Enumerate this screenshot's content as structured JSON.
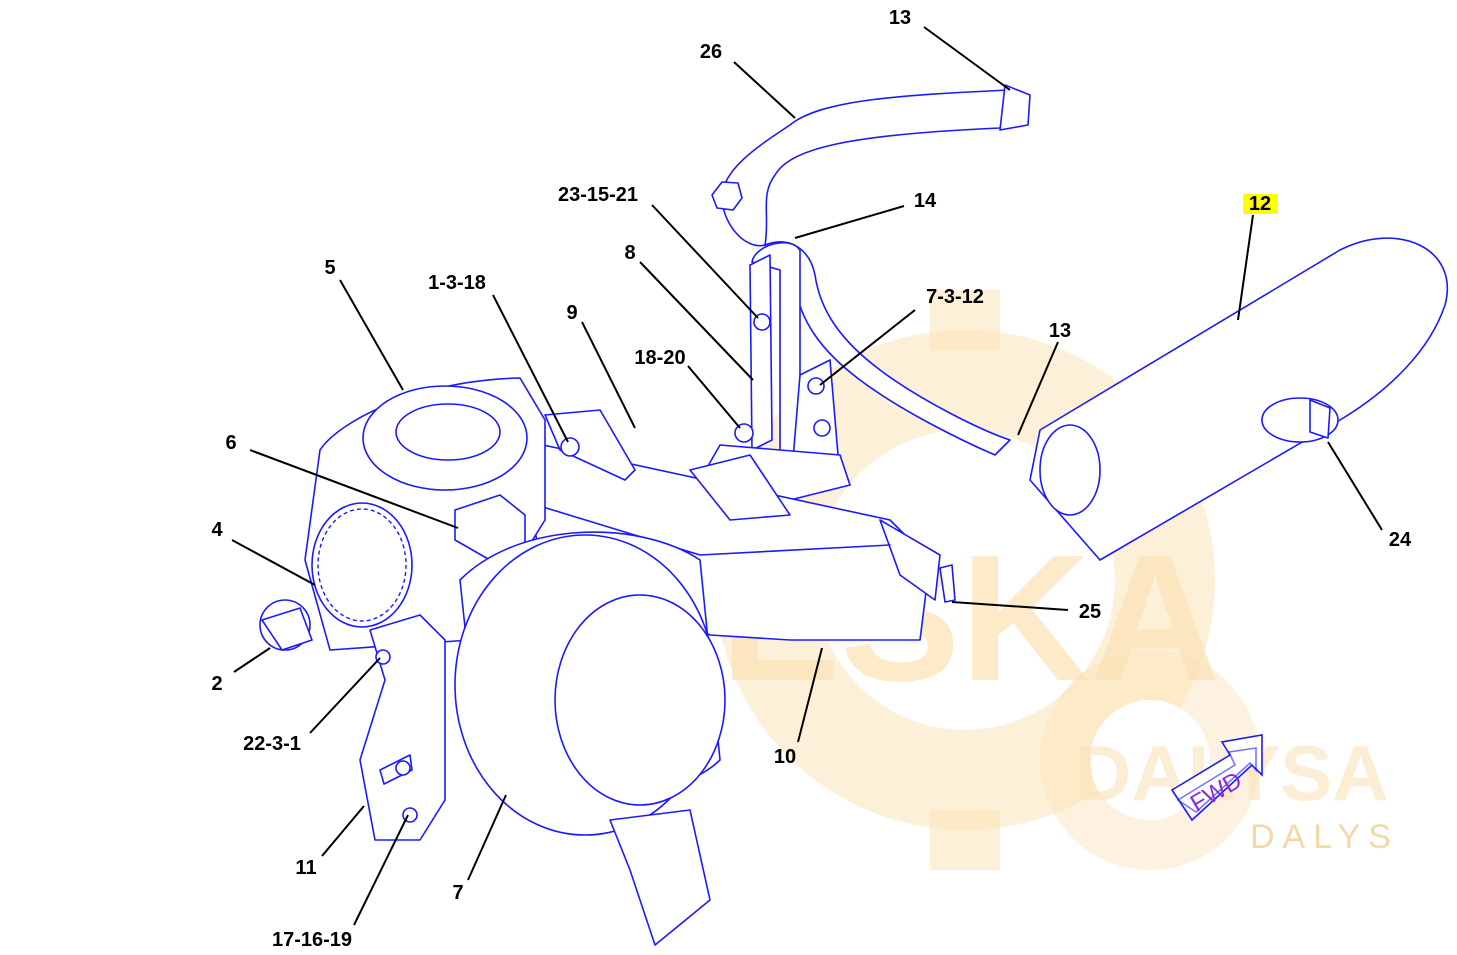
{
  "diagram": {
    "callouts": [
      {
        "id": "c13a",
        "text": "13"
      },
      {
        "id": "c26",
        "text": "26"
      },
      {
        "id": "c23",
        "text": "23-15-21"
      },
      {
        "id": "c14",
        "text": "14"
      },
      {
        "id": "c12",
        "text": "12",
        "highlighted": true
      },
      {
        "id": "c5",
        "text": "5"
      },
      {
        "id": "c1318",
        "text": "1-3-18"
      },
      {
        "id": "c8",
        "text": "8"
      },
      {
        "id": "c9",
        "text": "9"
      },
      {
        "id": "c7312",
        "text": "7-3-12"
      },
      {
        "id": "c13b",
        "text": "13"
      },
      {
        "id": "c1820",
        "text": "18-20"
      },
      {
        "id": "c6",
        "text": "6"
      },
      {
        "id": "c4",
        "text": "4"
      },
      {
        "id": "c24",
        "text": "24"
      },
      {
        "id": "c25",
        "text": "25"
      },
      {
        "id": "c2",
        "text": "2"
      },
      {
        "id": "c2231",
        "text": "22-3-1"
      },
      {
        "id": "c10",
        "text": "10"
      },
      {
        "id": "c11",
        "text": "11"
      },
      {
        "id": "c7",
        "text": "7"
      },
      {
        "id": "c171619",
        "text": "17-16-19"
      }
    ],
    "fwd_arrow_label": "FWD",
    "highlight_color": "#ffff00",
    "line_color": "#1a1aff"
  },
  "watermark": {
    "brand": "ESKA",
    "line2": "DALYSA",
    "line3": "DALYS",
    "color": "#fbe3b8"
  }
}
